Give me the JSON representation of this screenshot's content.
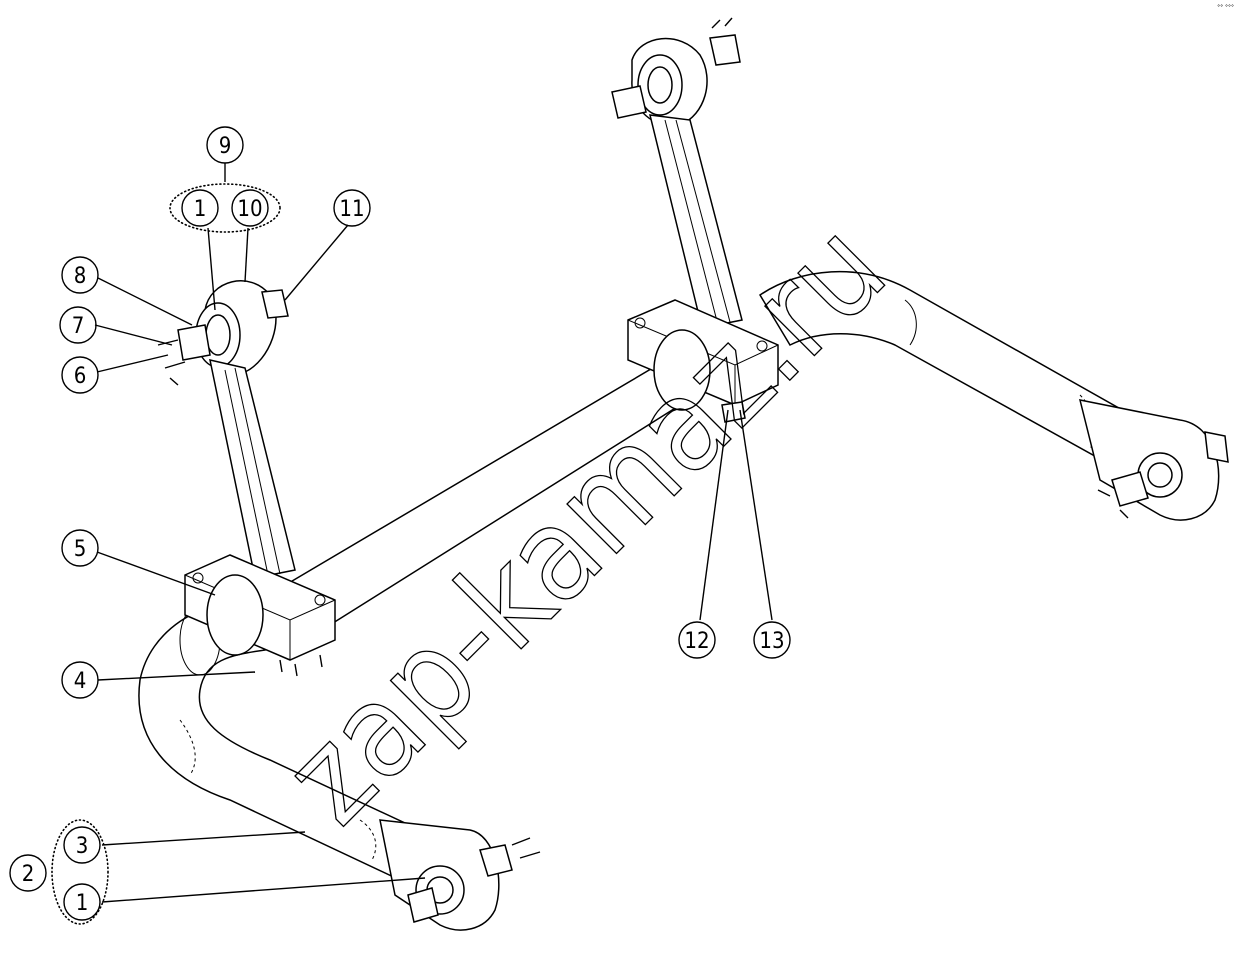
{
  "watermark": "zap-kamaz.ru",
  "corner_mark": "°° °°°",
  "callouts": {
    "c9": "9",
    "c1_top": "1",
    "c10": "10",
    "c11": "11",
    "c8": "8",
    "c7": "7",
    "c6": "6",
    "c5": "5",
    "c4": "4",
    "c12": "12",
    "c13": "13",
    "c3": "3",
    "c2": "2",
    "c1_bottom": "1"
  }
}
